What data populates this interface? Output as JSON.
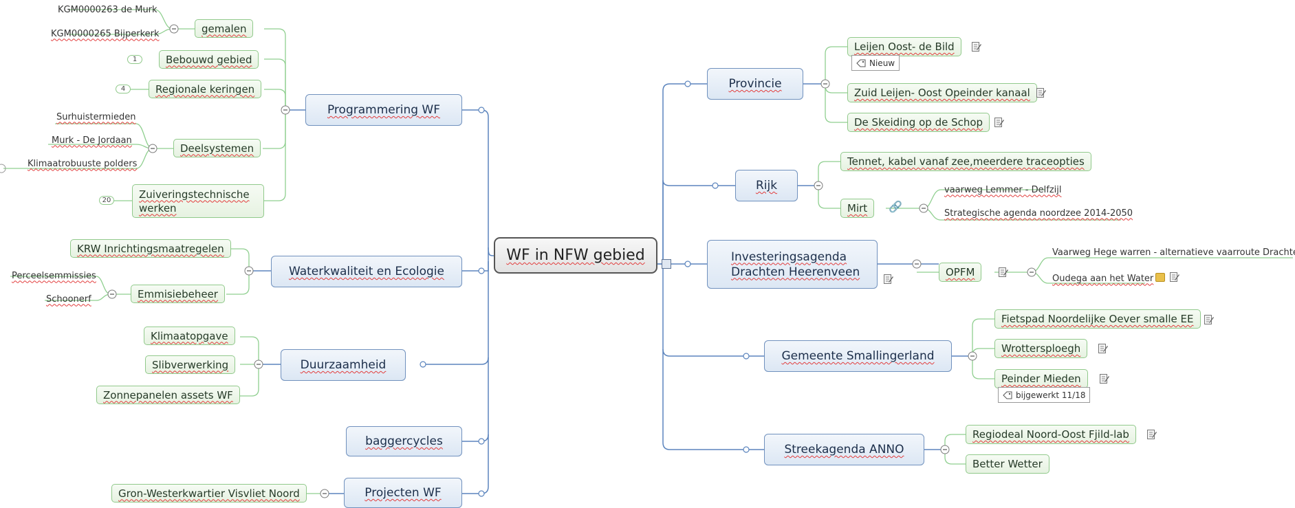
{
  "central": "WF in NFW gebied",
  "left": {
    "programmering": {
      "title": "Programmering WF",
      "gemalen": "gemalen",
      "gemalen_children": [
        "KGM0000263 de Murk",
        "KGM0000265 Bijperkerk"
      ],
      "bebouwd": "Bebouwd gebied",
      "bebouwd_count": "1",
      "keringen": "Regionale keringen",
      "keringen_count": "4",
      "deelsystemen": "Deelsystemen",
      "deelsystemen_children": [
        "Surhuistermieden",
        "Murk - De Jordaan",
        "Klimaatrobuuste polders"
      ],
      "zuivering": "Zuiveringstechnische werken",
      "zuivering_count": "20"
    },
    "waterkwaliteit": {
      "title": "Waterkwaliteit en Ecologie",
      "krw": "KRW Inrichtingsmaatregelen",
      "emmisie": "Emmisiebeheer",
      "emmisie_children": [
        "Perceelsemmissies",
        "Schoonerf"
      ]
    },
    "duurzaamheid": {
      "title": "Duurzaamheid",
      "children": [
        "Klimaatopgave",
        "Slibverwerking",
        "Zonnepanelen assets WF"
      ]
    },
    "baggercycles": "baggercycles",
    "projecten": {
      "title": "Projecten WF",
      "child": "Gron-Westerkwartier Visvliet Noord"
    }
  },
  "right": {
    "provincie": {
      "title": "Provincie",
      "children": [
        "Leijen Oost- de Bild",
        "Zuid Leijen- Oost Opeinder kanaal",
        "De Skeiding op de Schop"
      ],
      "tag": "Nieuw"
    },
    "rijk": {
      "title": "Rijk",
      "tennet": "Tennet, kabel vanaf zee,meerdere traceopties",
      "mirt": "Mirt",
      "mirt_children": [
        "vaarweg Lemmer - Delfzijl",
        "Strategische agenda noordzee 2014-2050"
      ]
    },
    "investering": {
      "title": "Investeringsagenda Drachten Heerenveen",
      "opfm": "OPFM",
      "opfm_children": [
        "Vaarweg Hege warren - alternatieve vaarroute Drachten",
        "Oudega aan het Water"
      ]
    },
    "smallingerland": {
      "title": "Gemeente Smallingerland",
      "children": [
        "Fietspad Noordelijke Oever smalle EE",
        "Wrottersploegh",
        "Peinder Mieden"
      ],
      "tag": "bijgewerkt 11/18"
    },
    "streekagenda": {
      "title": "Streekagenda ANNO",
      "children": [
        "Regiodeal Noord-Oost Fjild-lab",
        "Better Wetter"
      ]
    }
  },
  "colors": {
    "main_border": "#6f90bd",
    "sub_border": "#90c98a",
    "main_line": "#5b84bd",
    "sub_line": "#8fcf8f",
    "spellcheck": "#e23b3b"
  }
}
